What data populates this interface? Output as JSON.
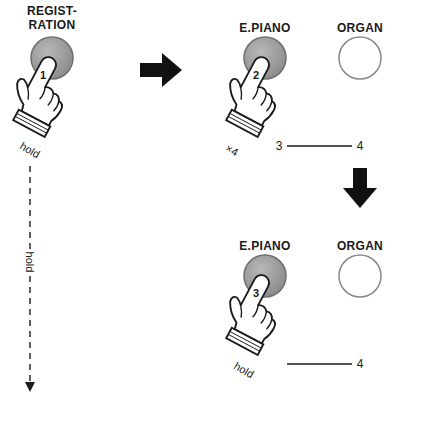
{
  "diagram": {
    "nodes": [
      {
        "text": [
          "REGIST- RATION"
        ]
      },
      {
        "text": [
          "E.PIANO"
        ]
      },
      {
        "text": [
          "ORGAN"
        ]
      },
      {
        "text": [
          "E.PIANO"
        ]
      },
      {
        "text": [
          "ORGAN"
        ]
      }
    ],
    "labels": [
      "1",
      "hold",
      "hold",
      "2",
      "×4",
      "3",
      "4",
      "3",
      "hold",
      "4"
    ]
  }
}
